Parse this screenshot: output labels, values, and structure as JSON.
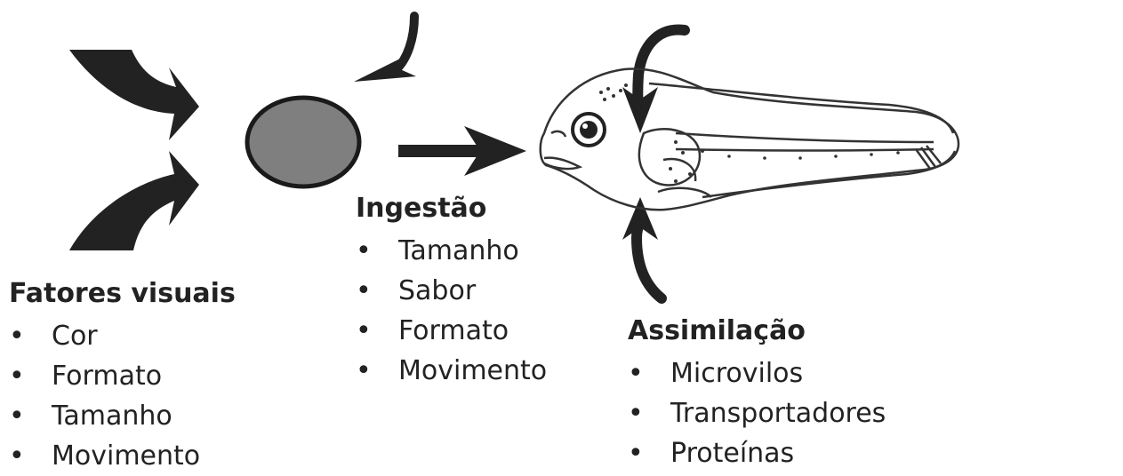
{
  "visual_factors": {
    "heading": "Fatores visuais",
    "items": [
      "Cor",
      "Formato",
      "Tamanho",
      "Movimento"
    ]
  },
  "ingestion": {
    "heading": "Ingestão",
    "items": [
      "Tamanho",
      "Sabor",
      "Formato",
      "Movimento"
    ]
  },
  "assimilation": {
    "heading": "Assimilação",
    "items": [
      "Microvilos",
      "Transportadores",
      "Proteínas"
    ]
  },
  "bullet": "•",
  "colors": {
    "arrow": "#222222",
    "particle_fill": "#7f7f7f",
    "particle_stroke": "#1a1a1a",
    "larva_stroke": "#333333"
  }
}
